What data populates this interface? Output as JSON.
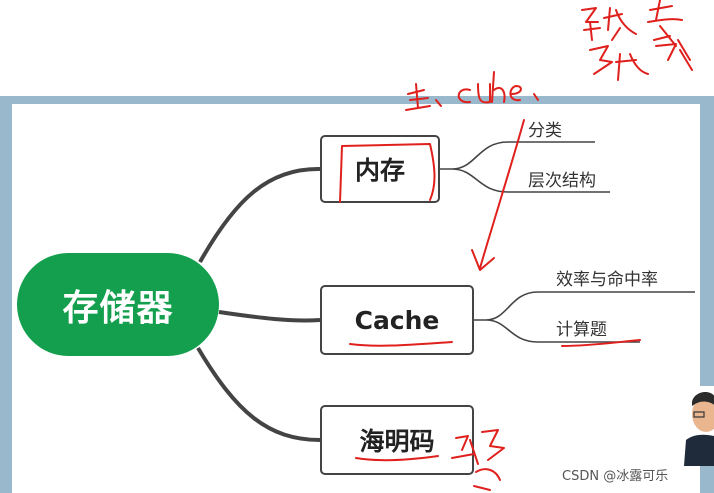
{
  "mindmap": {
    "root": {
      "label": "存储器",
      "color": "#139f4d"
    },
    "nodes": [
      {
        "label": "内存",
        "children": [
          "分类",
          "层次结构"
        ]
      },
      {
        "label": "Cache",
        "children": [
          "效率与命中率",
          "计算题"
        ]
      },
      {
        "label": "海明码",
        "children": []
      }
    ]
  },
  "annotations": {
    "ink_color": "#e0201c",
    "handwriting_top": "主、cache、辅存",
    "handwriting_right_top": "辅存 存",
    "handwriting_bottom": "易考"
  },
  "watermark": "CSDN @冰露可乐"
}
